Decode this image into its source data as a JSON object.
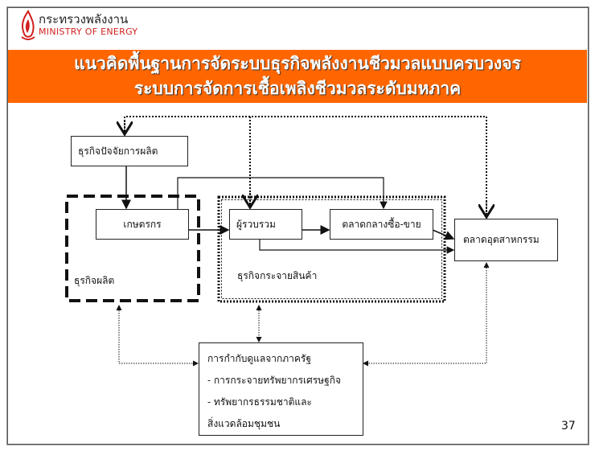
{
  "logo": {
    "thai": "กระทรวงพลังงาน",
    "english": "MINISTRY OF ENERGY"
  },
  "title": {
    "line1": "แนวคิดพื้นฐานการจัดระบบธุรกิจพลังงานชีวมวลแบบครบวงจร",
    "line2": "ระบบการจัดการเชื้อเพลิงชีวมวลระดับมหภาค"
  },
  "diagram": {
    "input_business": "ธุรกิจปัจจัยการผลิต",
    "farmer": "เกษตรกร",
    "production_group": "ธุรกิจผลิต",
    "collector": "ผู้รวบรวม",
    "central_market": "ตลาดกลางซื้อ-ขาย",
    "distribution_group": "ธุรกิจกระจายสินค้า",
    "industrial_market": "ตลาดอุตสาหกรรม",
    "government": {
      "title": "การกำกับดูแลจากภาครัฐ",
      "item1": "- การกระจายทรัพยากรเศรษฐกิจ",
      "item2": "- ทรัพยากรธรรมชาติและ",
      "item2_cont": "สิ่งแวดล้อมชุมชน"
    }
  },
  "page_number": "37",
  "colors": {
    "banner": "#ff6600",
    "logo_red": "#d0201e"
  }
}
